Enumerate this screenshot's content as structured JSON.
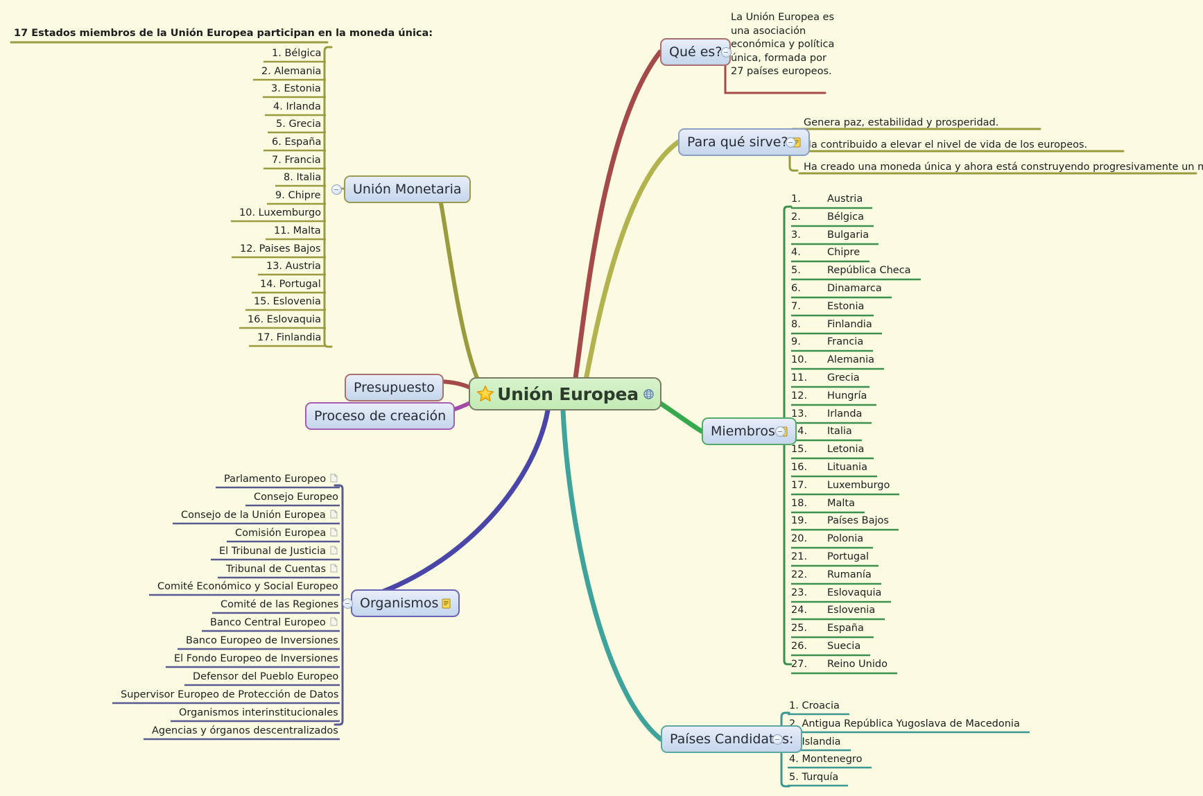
{
  "background_color": "#fbfbe2",
  "root": {
    "label": "Unión Europea",
    "star_icon": "star-icon",
    "globe_icon": "globe-icon"
  },
  "branches": {
    "que_es": {
      "label": "Qué es?",
      "color": "#a44a4a",
      "note": "La Unión Europea es\nuna asociación\neconómica y política\núnica, formada por\n27 países europeos.",
      "note_lines": [
        "La Unión Europea es",
        "una asociación",
        "económica y política",
        "única, formada por",
        "27 países europeos."
      ]
    },
    "para_que_sirve": {
      "label": "Para qué sirve?",
      "color": "#b0b04a",
      "has_note_icon": true,
      "items": [
        "Genera paz, estabilidad y prosperidad.",
        "Ha contribuido a elevar el nivel de vida de los europeos.",
        "Ha creado una moneda única y ahora está construyendo progresivamente un mercado único."
      ]
    },
    "miembros": {
      "label": "Miembros",
      "color": "#36a84e",
      "has_note_icon": true,
      "items": [
        {
          "num": "1.",
          "name": "Austria"
        },
        {
          "num": "2.",
          "name": "Bélgica"
        },
        {
          "num": "3.",
          "name": "Bulgaria"
        },
        {
          "num": "4.",
          "name": "Chipre"
        },
        {
          "num": "5.",
          "name": "República Checa"
        },
        {
          "num": "6.",
          "name": "Dinamarca"
        },
        {
          "num": "7.",
          "name": "Estonia"
        },
        {
          "num": "8.",
          "name": "Finlandia"
        },
        {
          "num": "9.",
          "name": "Francia"
        },
        {
          "num": "10.",
          "name": "Alemania"
        },
        {
          "num": "11.",
          "name": "Grecia"
        },
        {
          "num": "12.",
          "name": "Hungría"
        },
        {
          "num": "13.",
          "name": "Irlanda"
        },
        {
          "num": "14.",
          "name": "Italia"
        },
        {
          "num": "15.",
          "name": "Letonia"
        },
        {
          "num": "16.",
          "name": "Lituania"
        },
        {
          "num": "17.",
          "name": "Luxemburgo"
        },
        {
          "num": "18.",
          "name": "Malta"
        },
        {
          "num": "19.",
          "name": "Países Bajos"
        },
        {
          "num": "20.",
          "name": "Polonia"
        },
        {
          "num": "21.",
          "name": "Portugal"
        },
        {
          "num": "22.",
          "name": "Rumanía"
        },
        {
          "num": "23.",
          "name": "Eslovaquia"
        },
        {
          "num": "24.",
          "name": "Eslovenia"
        },
        {
          "num": "25.",
          "name": "España"
        },
        {
          "num": "26.",
          "name": "Suecia"
        },
        {
          "num": "27.",
          "name": "Reino Unido"
        }
      ]
    },
    "paises_candidatos": {
      "label": "Países Candidatos:",
      "color": "#3fa39b",
      "items": [
        "1.  Croacia",
        "2. Antigua República Yugoslava de Macedonia",
        "3. Islandia",
        "4. Montenegro",
        "5. Turquía"
      ]
    },
    "organismos": {
      "label": "Organismos",
      "color": "#4a46a8",
      "has_note_icon": true,
      "items": [
        {
          "label": "Parlamento Europeo",
          "doc": true
        },
        {
          "label": "Consejo Europeo",
          "doc": false
        },
        {
          "label": "Consejo de la Unión Europea",
          "doc": true
        },
        {
          "label": "Comisión Europea",
          "doc": true
        },
        {
          "label": "El Tribunal de Justicia",
          "doc": true
        },
        {
          "label": "Tribunal de Cuentas",
          "doc": true
        },
        {
          "label": "Comité Económico y Social Europeo",
          "doc": false
        },
        {
          "label": "Comité de las Regiones",
          "doc": false
        },
        {
          "label": "Banco Central Europeo",
          "doc": true
        },
        {
          "label": "Banco Europeo de Inversiones",
          "doc": false
        },
        {
          "label": "El Fondo Europeo de Inversiones",
          "doc": false
        },
        {
          "label": "Defensor del Pueblo Europeo",
          "doc": false
        },
        {
          "label": "Supervisor Europeo de Protección de Datos",
          "doc": false
        },
        {
          "label": "Organismos interinstitucionales",
          "doc": false
        },
        {
          "label": "Agencias y órganos descentralizados",
          "doc": false
        }
      ]
    },
    "proceso_de_creacion": {
      "label": "Proceso de creación",
      "color": "#a24aa8"
    },
    "presupuesto": {
      "label": "Presupuesto",
      "color": "#a44a4a"
    },
    "union_monetaria": {
      "label": "Unión Monetaria",
      "color": "#9a9a3e",
      "heading": "17 Estados miembros de la Unión Europea participan en la moneda única:",
      "items": [
        "1. Bélgica",
        "2. Alemania",
        "3. Estonia",
        "4. Irlanda",
        "5. Grecia",
        "6. España",
        "7. Francia",
        "8. Italia",
        "9. Chipre",
        "10. Luxemburgo",
        "11. Malta",
        "12. Paises Bajos",
        "13. Austria",
        "14. Portugal",
        "15. Eslovenia",
        "16. Eslovaquia",
        "17. Finlandia"
      ]
    }
  }
}
